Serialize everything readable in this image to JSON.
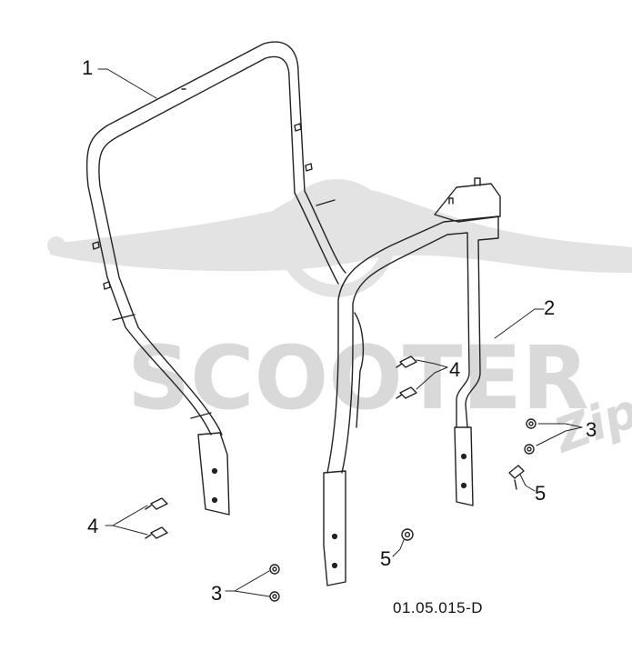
{
  "watermark": {
    "word": "SCOOTER",
    "script": "Zip",
    "color": "#d9d9d9"
  },
  "callouts": [
    {
      "id": "label-1a",
      "text": "1"
    },
    {
      "id": "label-2a",
      "text": "2"
    },
    {
      "id": "label-4a",
      "text": "4"
    },
    {
      "id": "label-3a",
      "text": "3"
    },
    {
      "id": "label-5a",
      "text": "5"
    },
    {
      "id": "label-4b",
      "text": "4"
    },
    {
      "id": "label-5b",
      "text": "5"
    },
    {
      "id": "label-3b",
      "text": "3"
    }
  ],
  "drawing_code": "01.05.015-D",
  "colors": {
    "line": "#222222",
    "background": "#ffffff"
  }
}
